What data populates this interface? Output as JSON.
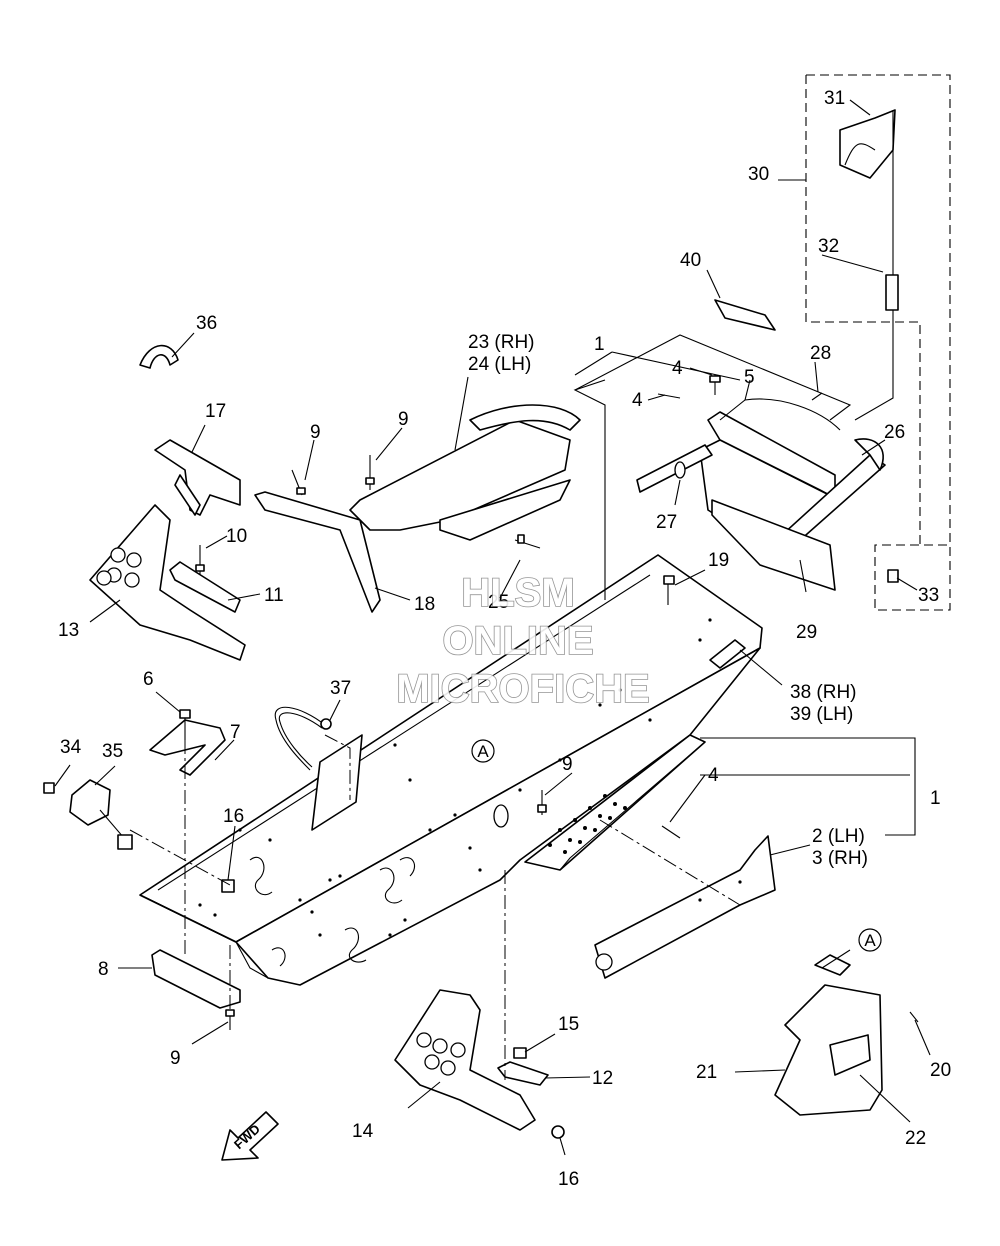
{
  "diagram": {
    "callouts": [
      {
        "id": "c1a",
        "text": "1"
      },
      {
        "id": "c1b",
        "text": "1"
      },
      {
        "id": "c2",
        "text": "2 (LH)"
      },
      {
        "id": "c3",
        "text": "3 (RH)"
      },
      {
        "id": "c4a",
        "text": "4"
      },
      {
        "id": "c4b",
        "text": "4"
      },
      {
        "id": "c4c",
        "text": "4"
      },
      {
        "id": "c5",
        "text": "5"
      },
      {
        "id": "c6",
        "text": "6"
      },
      {
        "id": "c7",
        "text": "7"
      },
      {
        "id": "c8",
        "text": "8"
      },
      {
        "id": "c9a",
        "text": "9"
      },
      {
        "id": "c9b",
        "text": "9"
      },
      {
        "id": "c9c",
        "text": "9"
      },
      {
        "id": "c9d",
        "text": "9"
      },
      {
        "id": "c10",
        "text": "10"
      },
      {
        "id": "c11",
        "text": "11"
      },
      {
        "id": "c12",
        "text": "12"
      },
      {
        "id": "c13",
        "text": "13"
      },
      {
        "id": "c14",
        "text": "14"
      },
      {
        "id": "c15",
        "text": "15"
      },
      {
        "id": "c16a",
        "text": "16"
      },
      {
        "id": "c16b",
        "text": "16"
      },
      {
        "id": "c17",
        "text": "17"
      },
      {
        "id": "c18",
        "text": "18"
      },
      {
        "id": "c19",
        "text": "19"
      },
      {
        "id": "c20",
        "text": "20"
      },
      {
        "id": "c21",
        "text": "21"
      },
      {
        "id": "c22",
        "text": "22"
      },
      {
        "id": "c23",
        "text": "23 (RH)"
      },
      {
        "id": "c24",
        "text": "24 (LH)"
      },
      {
        "id": "c25",
        "text": "25"
      },
      {
        "id": "c26",
        "text": "26"
      },
      {
        "id": "c27",
        "text": "27"
      },
      {
        "id": "c28",
        "text": "28"
      },
      {
        "id": "c29",
        "text": "29"
      },
      {
        "id": "c30",
        "text": "30"
      },
      {
        "id": "c31",
        "text": "31"
      },
      {
        "id": "c32",
        "text": "32"
      },
      {
        "id": "c33",
        "text": "33"
      },
      {
        "id": "c34",
        "text": "34"
      },
      {
        "id": "c35",
        "text": "35"
      },
      {
        "id": "c36",
        "text": "36"
      },
      {
        "id": "c37",
        "text": "37"
      },
      {
        "id": "c38",
        "text": "38 (RH)"
      },
      {
        "id": "c39",
        "text": "39 (LH)"
      },
      {
        "id": "c40",
        "text": "40"
      }
    ],
    "reference_marks": [
      {
        "id": "refA1",
        "letter": "A"
      },
      {
        "id": "refA2",
        "letter": "A"
      }
    ],
    "direction_arrow": {
      "label": "FWD"
    },
    "watermark": {
      "line1": "HLSM",
      "line2": "ONLINE",
      "line3": "MICROFICHE"
    }
  }
}
